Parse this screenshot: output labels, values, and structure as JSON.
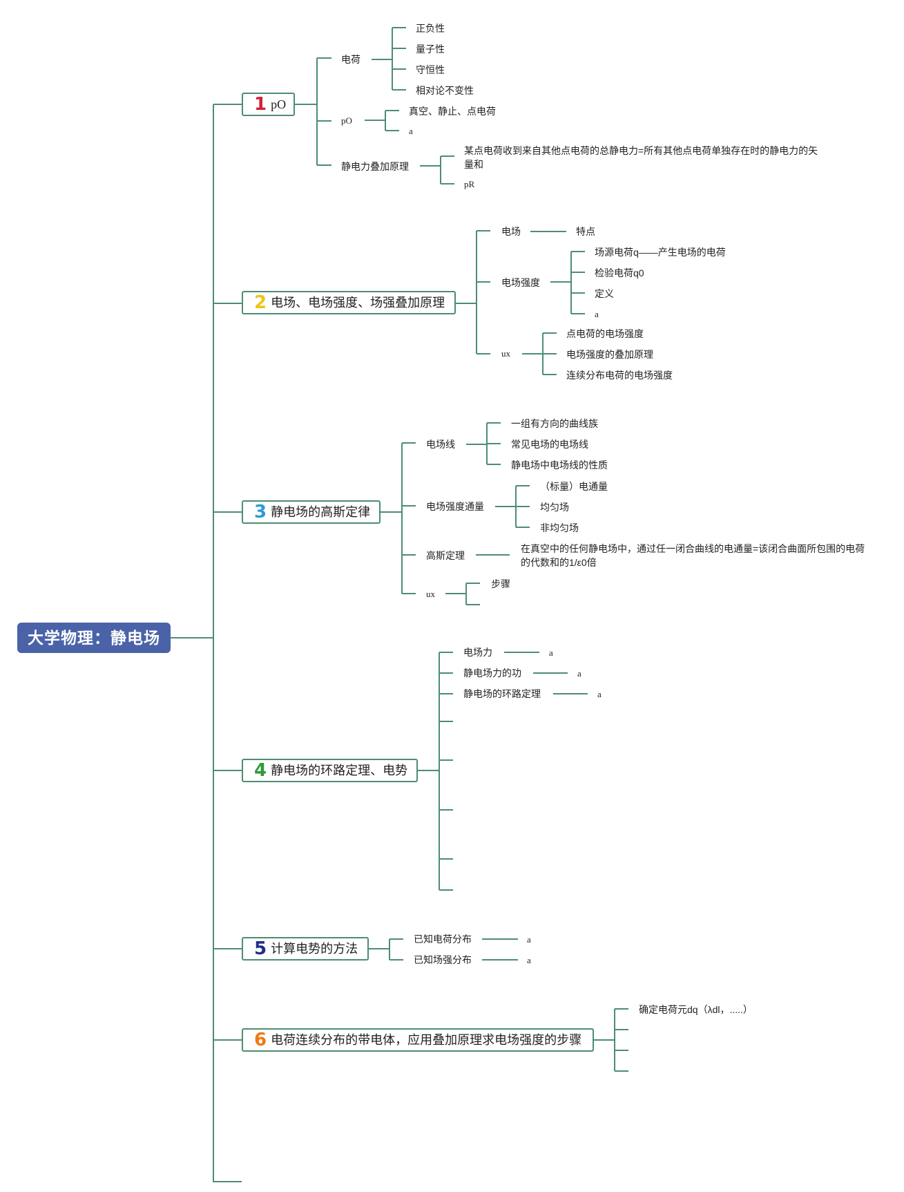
{
  "root": "大学物理：静电场",
  "colors": {
    "line": "#4c8c73",
    "root_bg": "#4a63a8",
    "n1": "#d3213c",
    "n2": "#f0c419",
    "n3": "#2d9bd6",
    "n4": "#2e9a3c",
    "n5": "#1f2f86",
    "n6": "#f07a12"
  },
  "topics": [
    {
      "num": "1",
      "label": "pO",
      "branches": [
        {
          "label": "电荷",
          "leaves": [
            "正负性",
            "量子性",
            "守恒性",
            "相对论不变性"
          ]
        },
        {
          "label": "pO",
          "leaves": [
            "真空、静止、点电荷",
            "a"
          ]
        },
        {
          "label": "静电力叠加原理",
          "leaves": [
            "某点电荷收到来自其他点电荷的总静电力=所有其他点电荷单独存在时的静电力的矢量和",
            "pR"
          ]
        }
      ]
    },
    {
      "num": "2",
      "label": "电场、电场强度、场强叠加原理",
      "branches": [
        {
          "label": "电场",
          "leaves": [
            "特点"
          ]
        },
        {
          "label": "电场强度",
          "leaves": [
            "场源电荷q——产生电场的电荷",
            "检验电荷q0",
            "定义",
            "a"
          ]
        },
        {
          "label": "ux",
          "leaves": [
            "点电荷的电场强度",
            "电场强度的叠加原理",
            "连续分布电荷的电场强度"
          ]
        }
      ]
    },
    {
      "num": "3",
      "label": "静电场的高斯定律",
      "branches": [
        {
          "label": "电场线",
          "leaves": [
            "一组有方向的曲线族",
            "常见电场的电场线",
            "静电场中电场线的性质"
          ]
        },
        {
          "label": "电场强度通量",
          "leaves": [
            "（标量）电通量",
            "均匀场",
            "非均匀场"
          ]
        },
        {
          "label": "高斯定理",
          "leaves": [
            "在真空中的任何静电场中，通过任一闭合曲线的电通量=该闭合曲面所包围的电荷的代数和的1/ε0倍"
          ]
        },
        {
          "label": "ux",
          "leaves": [
            "步骤"
          ]
        }
      ]
    },
    {
      "num": "4",
      "label": "静电场的环路定理、电势",
      "branches": [
        {
          "label": "电场力",
          "leaves": [
            "a"
          ]
        },
        {
          "label": "静电场力的功",
          "leaves": [
            "a"
          ]
        },
        {
          "label": "静电场的环路定理",
          "leaves": [
            "a"
          ]
        }
      ]
    },
    {
      "num": "5",
      "label": "计算电势的方法",
      "branches": [
        {
          "label": "已知电荷分布",
          "leaves": [
            "a"
          ]
        },
        {
          "label": "已知场强分布",
          "leaves": [
            "a"
          ]
        }
      ]
    },
    {
      "num": "6",
      "label": "电荷连续分布的带电体，应用叠加原理求电场强度的步骤",
      "branches": [
        {
          "label": "确定电荷元dq（λdl，.....）"
        }
      ]
    }
  ]
}
